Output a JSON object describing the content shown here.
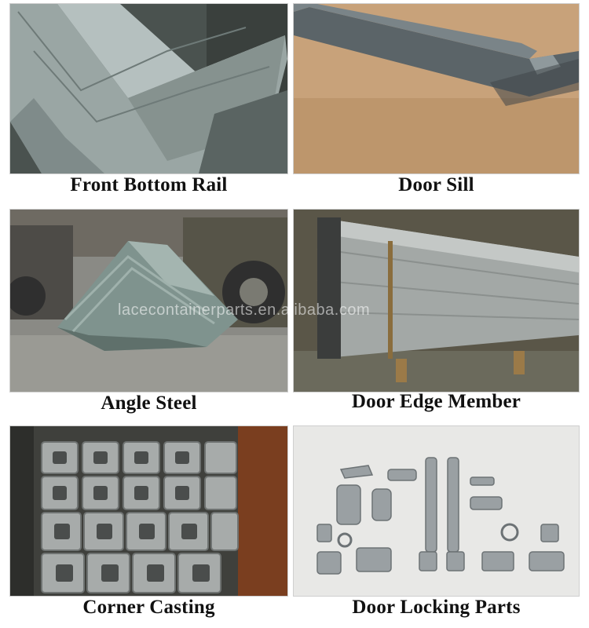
{
  "products": [
    {
      "caption": "Front Bottom Rail"
    },
    {
      "caption": "Door Sill"
    },
    {
      "caption": "Angle Steel"
    },
    {
      "caption": "Door Edge Member"
    },
    {
      "caption": "Corner Casting"
    },
    {
      "caption": "Door Locking Parts"
    }
  ],
  "watermark": "lacecontainerparts.en.alibaba.com",
  "colors": {
    "steel": "#8e9a9c",
    "steel_dark": "#5f6b6e",
    "cardboard": "#c39a6f",
    "background": "#ffffff",
    "caption_text": "#111111"
  }
}
